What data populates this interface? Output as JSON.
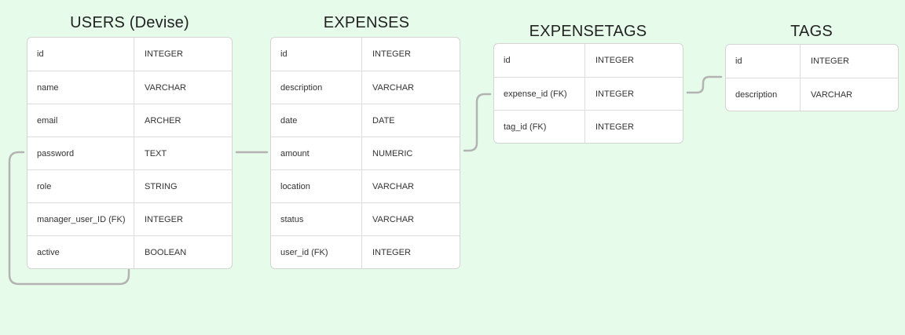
{
  "tables": {
    "users": {
      "title": "USERS (Devise)",
      "rows": [
        {
          "field": "id",
          "type": "INTEGER"
        },
        {
          "field": "name",
          "type": "VARCHAR"
        },
        {
          "field": "email",
          "type": "ARCHER"
        },
        {
          "field": "password",
          "type": "TEXT"
        },
        {
          "field": "role",
          "type": "STRING"
        },
        {
          "field": "manager_user_ID (FK)",
          "type": "INTEGER"
        },
        {
          "field": "active",
          "type": "BOOLEAN"
        }
      ]
    },
    "expenses": {
      "title": "EXPENSES",
      "rows": [
        {
          "field": "id",
          "type": "INTEGER"
        },
        {
          "field": "description",
          "type": "VARCHAR"
        },
        {
          "field": "date",
          "type": "DATE"
        },
        {
          "field": "amount",
          "type": "NUMERIC"
        },
        {
          "field": "location",
          "type": "VARCHAR"
        },
        {
          "field": "status",
          "type": "VARCHAR"
        },
        {
          "field": "user_id (FK)",
          "type": "INTEGER"
        }
      ]
    },
    "expensetags": {
      "title": "EXPENSETAGS",
      "rows": [
        {
          "field": "id",
          "type": "INTEGER"
        },
        {
          "field": "expense_id (FK)",
          "type": "INTEGER"
        },
        {
          "field": "tag_id (FK)",
          "type": "INTEGER"
        }
      ]
    },
    "tags": {
      "title": "TAGS",
      "rows": [
        {
          "field": "id",
          "type": "INTEGER"
        },
        {
          "field": "description",
          "type": "VARCHAR"
        }
      ]
    }
  },
  "colors": {
    "background": "#e7fbea",
    "connector": "#b3b3b3"
  }
}
